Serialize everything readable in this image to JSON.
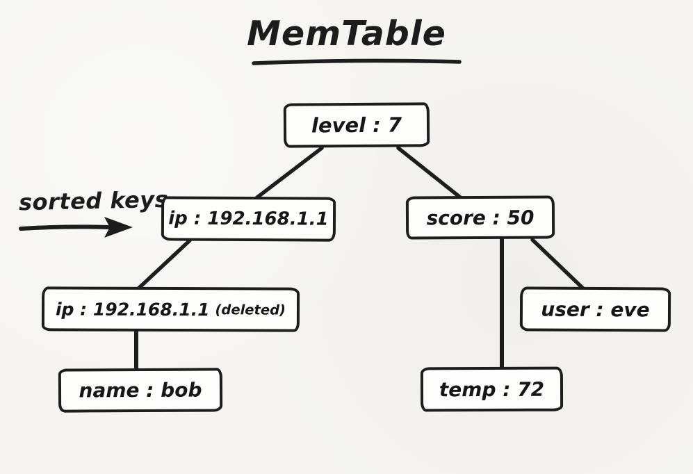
{
  "title": "MemTable",
  "annotation": {
    "label": "sorted keys"
  },
  "nodes": {
    "level": {
      "label": "level : 7"
    },
    "ip": {
      "label": "ip : 192.168.1.1"
    },
    "score": {
      "label": "score : 50"
    },
    "ip_deleted": {
      "label": "ip : 192.168.1.1",
      "suffix": "(deleted)"
    },
    "name": {
      "label": "name : bob"
    },
    "user": {
      "label": "user : eve"
    },
    "temp": {
      "label": "temp : 72"
    }
  },
  "edges": [
    {
      "from": "level",
      "to": "ip"
    },
    {
      "from": "level",
      "to": "score"
    },
    {
      "from": "ip",
      "to": "ip_deleted"
    },
    {
      "from": "ip_deleted",
      "to": "name"
    },
    {
      "from": "score",
      "to": "temp"
    },
    {
      "from": "score",
      "to": "user"
    }
  ],
  "colors": {
    "ink": "#1d1d1d",
    "paper": "#f5f4f0",
    "node_fill": "#fdfdfc"
  }
}
